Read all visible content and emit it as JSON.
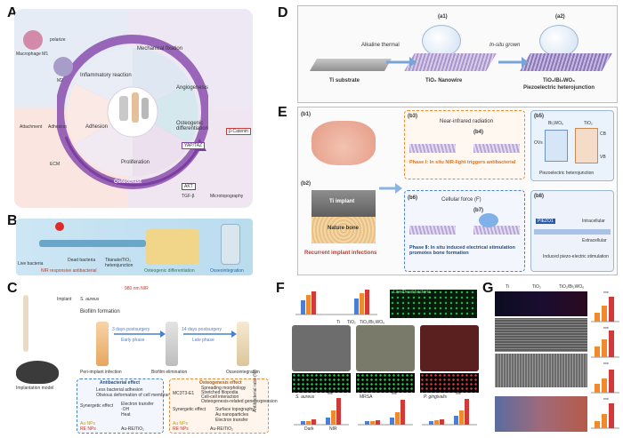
{
  "panel_a": {
    "letter": "A",
    "center": [
      "Mechanical fixation",
      "Inflammatory reaction",
      "Angiogenesis",
      "Adhesion",
      "Osteogenic differentiation",
      "Proliferation"
    ],
    "ring": "Osteoblast",
    "labels": {
      "macrophage": "Macrophage M1",
      "polarize": "polarize",
      "m2": "M2",
      "attachment": "Attachment",
      "adhesion_small": "Adhesion",
      "ecm": "ECM",
      "yap": "YAP/TAZ",
      "bcat": "β-Catenin",
      "microtopo": "Microtopography",
      "tgf": "TGF-β",
      "akt": "AKT"
    }
  },
  "panel_b": {
    "letter": "B",
    "labels": [
      "NIR responsive antibacterial",
      "Live bacteria",
      "Dead bacteria",
      "Titanate/TiO₂ heterojunction",
      "Osteogenic differentiation",
      "Osseointegration"
    ]
  },
  "panel_c": {
    "letter": "C",
    "top": {
      "implant": "Implant",
      "saureus": "S. aureus",
      "biofilm": "Biofilm formation",
      "nir": "980 nm NIR"
    },
    "stages": [
      "Implantation model",
      "Peri-implant infection",
      "Biofilm elimination",
      "Osseointegration"
    ],
    "arrows": [
      "3 days postsurgery",
      "14 days postsurgery"
    ],
    "phases": [
      "Early phase",
      "Late phase"
    ],
    "antibacterial": {
      "title": "Antibacterial effect",
      "items": [
        "Less bacterial adhesion",
        "Obvious deformation of cell membranes"
      ],
      "synergy": "Synergetic effect",
      "effects": [
        "Electron transfer",
        "·OH",
        "Heat"
      ],
      "legend": [
        "Au NPs",
        "RE NPs",
        "Au-RE/TiO₂"
      ]
    },
    "osteogenesis": {
      "title": "Osteogenesis effect",
      "items": [
        "Spreading morphology",
        "Stretched filopodia",
        "Cell-cell interaction",
        "Osteogenesis-related gene expression"
      ],
      "synergy": "Synergetic effect",
      "effects": [
        "Surface topography",
        "Au nanoparticles",
        "Electron transfer"
      ],
      "cell": "MC3T3-E1",
      "legend": [
        "Au NPs",
        "RE NPs",
        "Au-RE/TiO₂"
      ]
    }
  },
  "panel_d": {
    "letter": "D",
    "steps": [
      "(a1)",
      "(a2)"
    ],
    "process": [
      "Alkaline thermal",
      "In-situ grown"
    ],
    "materials": [
      "Ti substrate",
      "TiO₂ Nanowire",
      "TiO₂/Bi₂WO₆",
      "Piezoelectric heterojunction"
    ]
  },
  "panel_e": {
    "letter": "E",
    "subs": [
      "(b1)",
      "(b2)",
      "(b3)",
      "(b4)",
      "(b5)",
      "(b6)",
      "(b7)",
      "(b8)"
    ],
    "labels": {
      "ti_implant": "Ti implant",
      "nature_bone": "Nature bone",
      "recurrent": "Recurrent implant infections",
      "nir": "Near-infrared radiation",
      "phase1": "Phase Ⅰ: In situ NIR-light triggers antibacterial",
      "cellular": "Cellular force (F)",
      "phase2": "Phase Ⅱ: In situ induced electrical stimulation promotes bone formation",
      "piezo": "Piezoelectric heterojunction",
      "bi2wo6": "Bi₂WO₆",
      "tio2": "TiO₂",
      "cb": "CB",
      "vb": "VB",
      "ovs": "OVs",
      "intracellular": "Intracellular",
      "extracellular": "Extracellular",
      "stimulation": "Induced piezo-electric stimulation",
      "piezo1": "PIEZO1"
    }
  },
  "panel_f": {
    "letter": "F",
    "groups": [
      "Ti",
      "TiO₂",
      "TiO₂/Bi₂WO₆"
    ],
    "axes": [
      "Dark",
      "NIR"
    ],
    "stain": "Live/Dead bacteria",
    "bacteria": [
      "S. aureus",
      "MRSA",
      "P. gingivalis"
    ],
    "ylabel": "Antibacterial ratio (%)",
    "sig": [
      "***",
      "***",
      "***"
    ]
  },
  "panel_g": {
    "letter": "G",
    "groups": [
      "Ti",
      "TiO₂",
      "TiO₂/Bi₂WO₆"
    ],
    "sig": [
      "***",
      "***",
      "***",
      "***"
    ]
  },
  "colors": {
    "accent_purple": "#7a3fa0",
    "orange": "#f08a2c",
    "teal": "#19a5b8",
    "red": "#d23a3a",
    "blue": "#4a7fd1"
  }
}
